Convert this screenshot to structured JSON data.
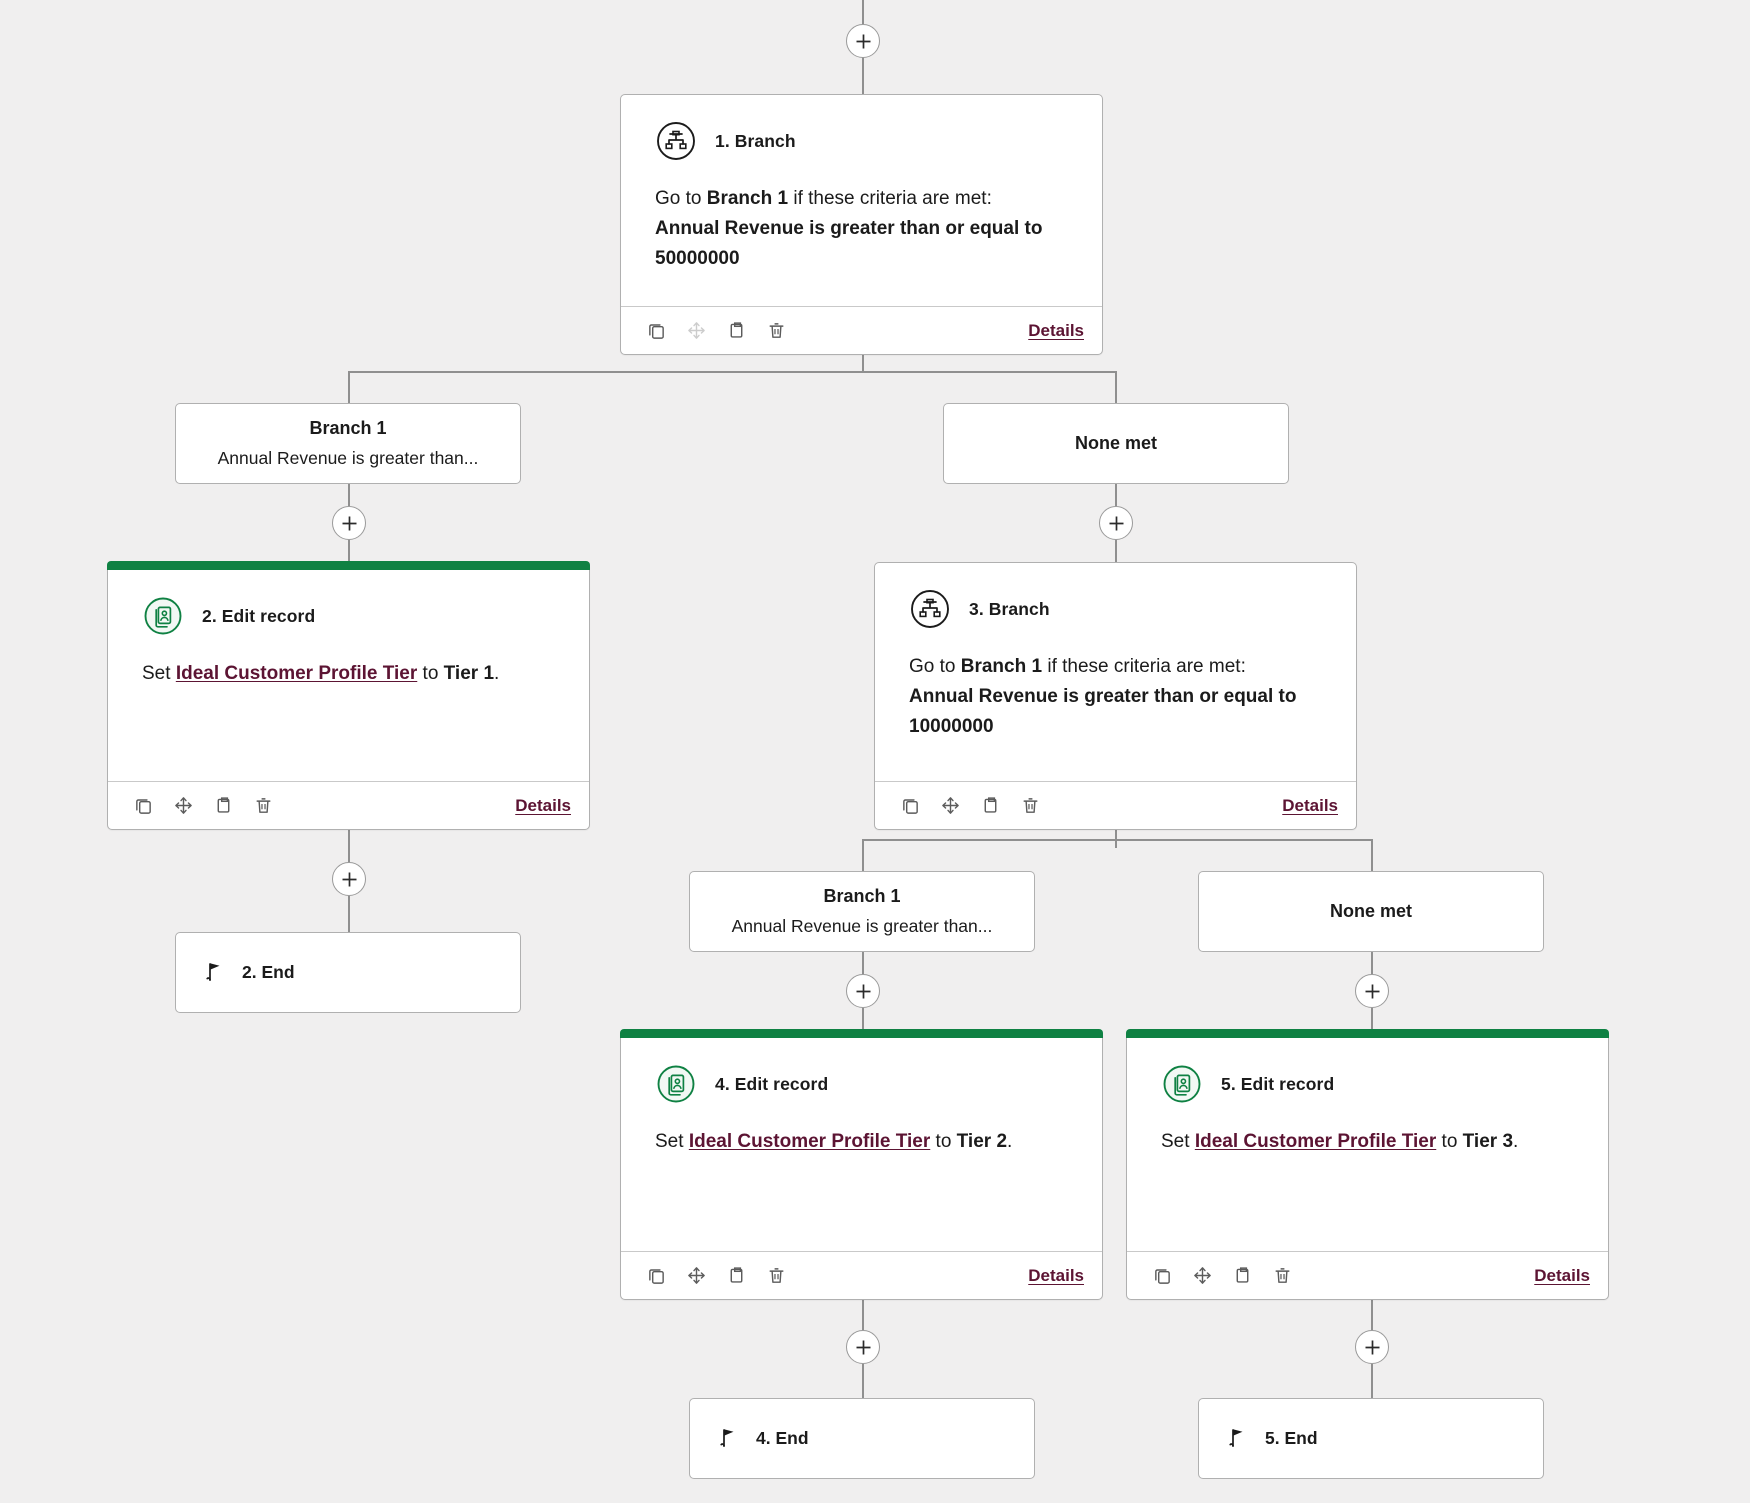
{
  "canvas": {
    "background": "#f0efef",
    "line_color": "#8f8f8f",
    "accent_green": "#0f8143",
    "link_maroon": "#5c1433"
  },
  "icons": {
    "branch": "branch-icon",
    "edit_record": "edit-record-icon",
    "end": "flag-icon",
    "copy": "copy-icon",
    "move": "move-icon",
    "clone": "clipboard-icon",
    "delete": "trash-icon",
    "add": "plus-icon"
  },
  "footer": {
    "details_label": "Details"
  },
  "nodes": {
    "branch1": {
      "title": "1. Branch",
      "line1_prefix": "Go to ",
      "line1_bold": "Branch 1",
      "line1_suffix": " if these criteria are met:",
      "criteria": "Annual Revenue is greater than or equal to 50000000",
      "icon": "branch-icon"
    },
    "edit2": {
      "title": "2. Edit record",
      "set_prefix": "Set ",
      "property": "Ideal Customer Profile Tier",
      "to_word": " to ",
      "value": "Tier 1",
      "period": ".",
      "icon": "edit-record-icon"
    },
    "end2": {
      "label": "2. End",
      "icon": "flag-icon"
    },
    "branch3": {
      "title": "3. Branch",
      "line1_prefix": "Go to ",
      "line1_bold": "Branch 1",
      "line1_suffix": " if these criteria are met:",
      "criteria": "Annual Revenue is greater than or equal to 10000000",
      "icon": "branch-icon"
    },
    "edit4": {
      "title": "4. Edit record",
      "set_prefix": "Set ",
      "property": "Ideal Customer Profile Tier",
      "to_word": " to ",
      "value": "Tier 2",
      "period": ".",
      "icon": "edit-record-icon"
    },
    "edit5": {
      "title": "5. Edit record",
      "set_prefix": "Set ",
      "property": "Ideal Customer Profile Tier",
      "to_word": " to ",
      "value": "Tier 3",
      "period": ".",
      "icon": "edit-record-icon"
    },
    "end4": {
      "label": "4. End",
      "icon": "flag-icon"
    },
    "end5": {
      "label": "5. End",
      "icon": "flag-icon"
    }
  },
  "branch_labels": {
    "top_left": {
      "title": "Branch 1",
      "subtitle": "Annual Revenue is greater than..."
    },
    "top_right": {
      "title": "None met"
    },
    "lower_left": {
      "title": "Branch 1",
      "subtitle": "Annual Revenue is greater than..."
    },
    "lower_right": {
      "title": "None met"
    }
  }
}
